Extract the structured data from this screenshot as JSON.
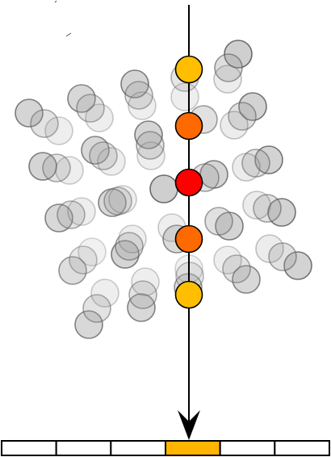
{
  "colors": {
    "background": "#ffffff",
    "line": "#000000",
    "ghost_fill": "#9a9a9a",
    "ghost_stroke": "#555555",
    "bead_red": "#ff0000",
    "bead_orange": "#ff6a00",
    "bead_yellow": "#ffbf00",
    "detector_highlight": "#ffb400",
    "detector_cell": "#ffffff"
  },
  "beam": {
    "beads": [
      {
        "tone": "yellow"
      },
      {
        "tone": "orange"
      },
      {
        "tone": "red"
      },
      {
        "tone": "orange"
      },
      {
        "tone": "yellow"
      }
    ]
  },
  "detector": {
    "cell_count": 6,
    "highlighted_cell": 3
  }
}
